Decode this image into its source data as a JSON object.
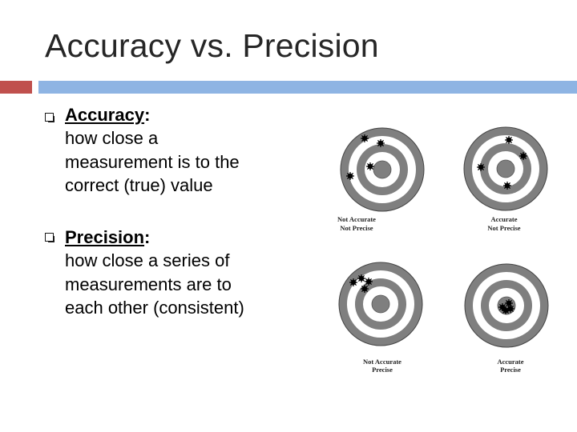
{
  "slide": {
    "title": "Accuracy vs. Precision"
  },
  "bullets": [
    {
      "term": "Accuracy",
      "colon": ":",
      "description_lines": [
        "how close a",
        "measurement is to the",
        "correct (true) value"
      ]
    },
    {
      "term": "Precision",
      "colon": ":",
      "description_lines": [
        "how close a series of",
        "measurements are to",
        "each other (consistent)"
      ]
    }
  ],
  "targets": [
    {
      "caption_line1": "Not Accurate",
      "caption_line2": "Not Precise",
      "shot_count": 4
    },
    {
      "caption_line1": "Accurate",
      "caption_line2": "Not Precise",
      "shot_count": 4
    },
    {
      "caption_line1": "Not Accurate",
      "caption_line2": "Precise",
      "shot_count": 4
    },
    {
      "caption_line1": "Accurate",
      "caption_line2": "Precise",
      "shot_count": 4
    }
  ],
  "colors": {
    "title": "#262626",
    "accent_red": "#c0504d",
    "accent_blue": "#8eb4e3",
    "ring_dark": "#7f7f7f",
    "ring_light": "#ffffff"
  }
}
